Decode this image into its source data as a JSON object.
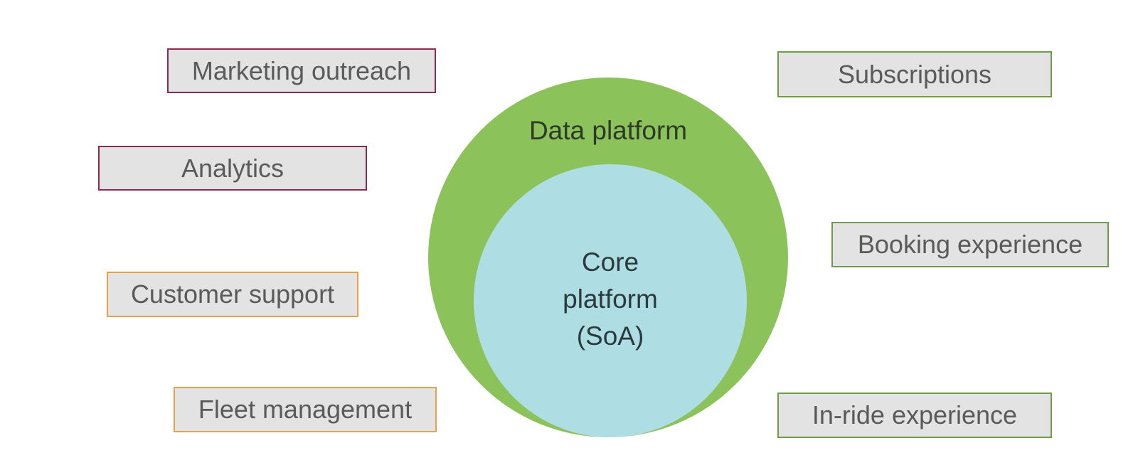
{
  "diagram": {
    "outer": {
      "label": "Data platform",
      "color": "#8bc25a"
    },
    "inner": {
      "lines": [
        "Core",
        "platform",
        "(SoA)"
      ],
      "color": "#aedde3"
    },
    "boxes": {
      "marketing": {
        "label": "Marketing outreach",
        "border": "#8a2b53"
      },
      "analytics": {
        "label": "Analytics",
        "border": "#8a2b53"
      },
      "support": {
        "label": "Customer support",
        "border": "#e8a146"
      },
      "fleet": {
        "label": "Fleet management",
        "border": "#e8a146"
      },
      "subscriptions": {
        "label": "Subscriptions",
        "border": "#6f9c46"
      },
      "booking": {
        "label": "Booking experience",
        "border": "#6f9c46"
      },
      "inride": {
        "label": "In-ride experience",
        "border": "#6f9c46"
      }
    }
  }
}
